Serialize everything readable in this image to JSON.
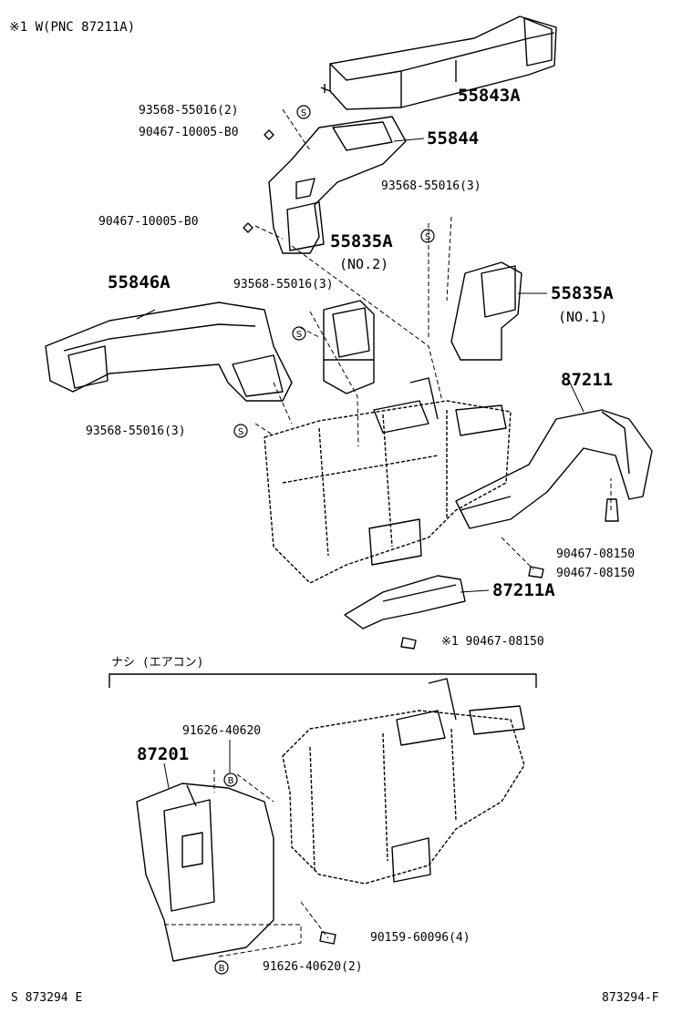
{
  "header": {
    "note": "※1  W(PNC  87211A)"
  },
  "labels": {
    "p55843A": "55843A",
    "p55844": "55844",
    "p55835A_no2": "55835A",
    "no2": "(NO.2)",
    "p55835A_no1": "55835A",
    "no1": "(NO.1)",
    "p55846A": "55846A",
    "p87211": "87211",
    "p87211A": "87211A",
    "p87201": "87201",
    "c93568_2": "93568-55016(2)",
    "c90467_10005_a": "90467-10005-B0",
    "c93568_3_a": "93568-55016(3)",
    "c90467_10005_b": "90467-10005-B0",
    "c93568_3_b": "93568-55016(3)",
    "c93568_3_c": "93568-55016(3)",
    "c90467_08150_a": "90467-08150",
    "c90467_08150_b": "90467-08150",
    "c90467_08150_c": "※1 90467-08150",
    "nashi": "ナシ (エアコン)",
    "c91626_a": "91626-40620",
    "c90159": "90159-60096(4)",
    "c91626_b": "91626-40620(2)"
  },
  "footer": {
    "left": "S 873294 E",
    "right": "873294-F"
  },
  "symbols": {
    "s": "S",
    "b": "B"
  }
}
